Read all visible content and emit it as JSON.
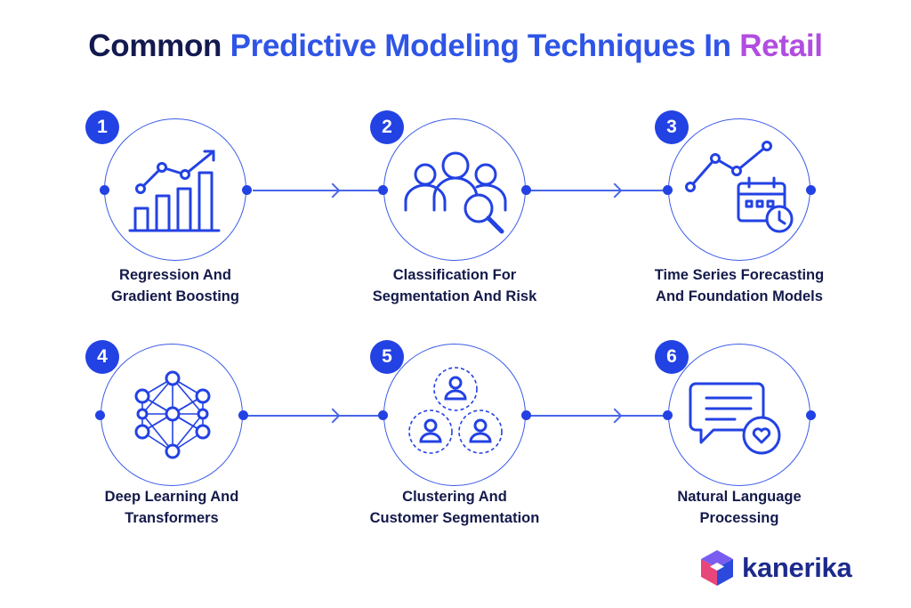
{
  "title": {
    "part1": "Common",
    "part2": "Predictive Modeling Techniques In",
    "part3": "Retail"
  },
  "colors": {
    "dark_navy": "#121a4f",
    "blue": "#2f55e6",
    "purple": "#b14de0",
    "badge_blue": "#2342e3"
  },
  "steps": [
    {
      "number": "1",
      "label_line1": "Regression And",
      "label_line2": "Gradient Boosting",
      "icon": "bar-chart-trend-icon"
    },
    {
      "number": "2",
      "label_line1": "Classification For",
      "label_line2": "Segmentation And Risk",
      "icon": "people-search-icon"
    },
    {
      "number": "3",
      "label_line1": "Time Series Forecasting",
      "label_line2": "And Foundation Models",
      "icon": "calendar-trend-icon"
    },
    {
      "number": "4",
      "label_line1": "Deep Learning And",
      "label_line2": "Transformers",
      "icon": "neural-network-icon"
    },
    {
      "number": "5",
      "label_line1": "Clustering And",
      "label_line2": "Customer Segmentation",
      "icon": "user-clusters-icon"
    },
    {
      "number": "6",
      "label_line1": "Natural Language",
      "label_line2": "Processing",
      "icon": "chat-heart-icon"
    }
  ],
  "brand": {
    "name": "kanerika",
    "logo_icon": "kanerika-cube-icon"
  }
}
